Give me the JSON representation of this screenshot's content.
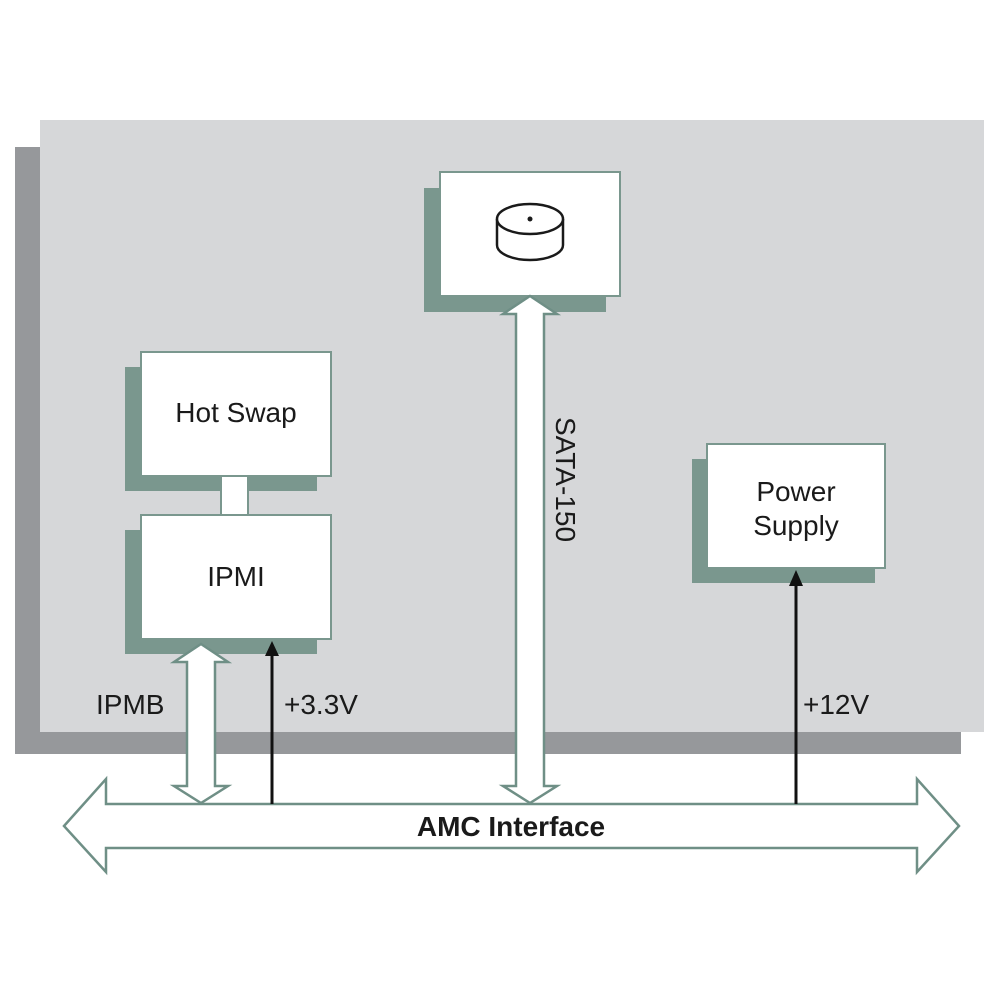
{
  "blocks": {
    "hot_swap": "Hot Swap",
    "ipmi": "IPMI",
    "power_supply_line1": "Power",
    "power_supply_line2": "Supply",
    "storage_icon": "disk-drive-icon"
  },
  "links": {
    "ipmb": "IPMB",
    "v33": "+3.3V",
    "sata": "SATA-150",
    "v12": "+12V"
  },
  "interface": {
    "label": "AMC Interface"
  },
  "colors": {
    "board": "#d6d7d9",
    "board_shadow": "#96989b",
    "block_border": "#7a978e",
    "block_shadow": "#7a978e",
    "arrow_outline": "#6f8f86",
    "power_line": "#111111"
  }
}
